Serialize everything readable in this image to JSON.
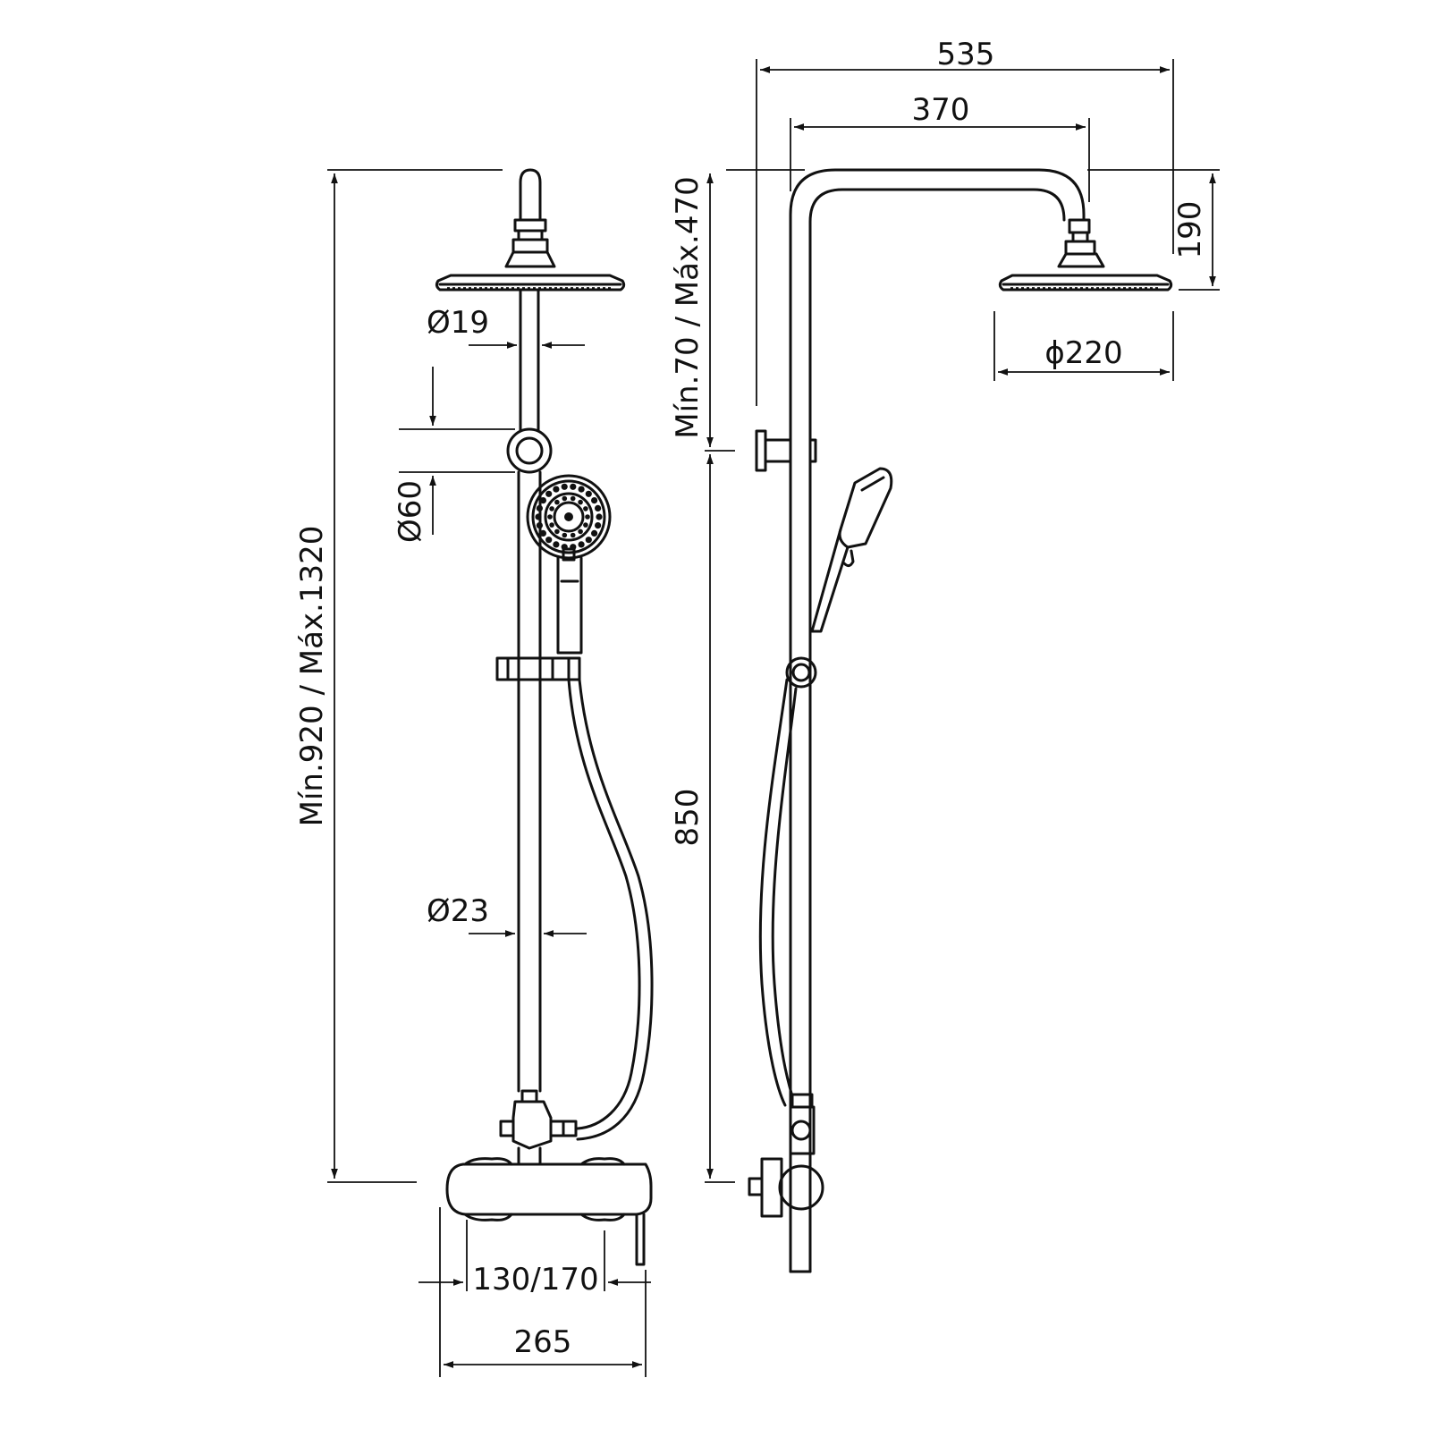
{
  "dimensions": {
    "width_535": "535",
    "width_370": "370",
    "height_190": "190",
    "diameter_220": "ϕ220",
    "arm_min_max": "Mín.70 / Máx.470",
    "bar_850": "850",
    "total_height": "Mín.920 / Máx.1320",
    "diameter_19": "Ø19",
    "diameter_60": "Ø60",
    "diameter_23": "Ø23",
    "inlet_spacing": "130/170",
    "width_265": "265"
  }
}
